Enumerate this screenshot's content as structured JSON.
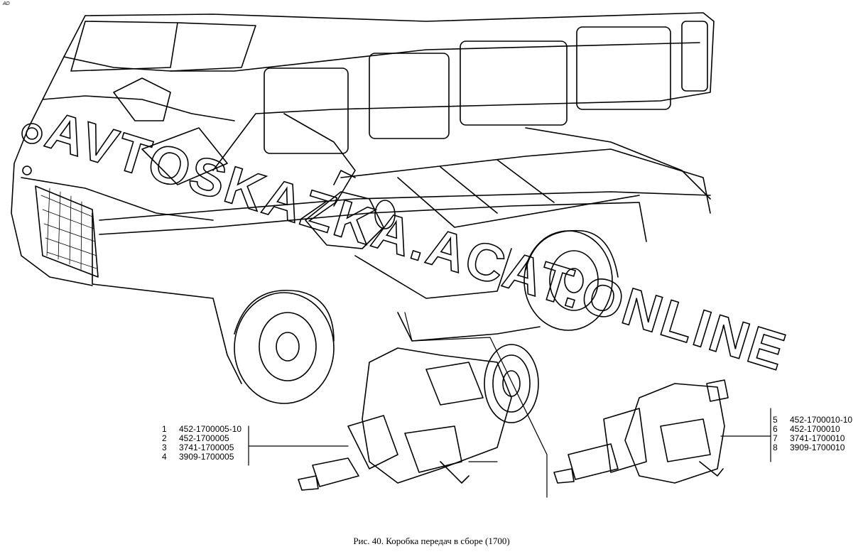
{
  "corner_mark": "AD",
  "watermark": "AVTOSKAZKA.ACAT.ONLINE",
  "caption": "Рис. 40. Коробка передач в сборе (1700)",
  "left_labels": [
    {
      "num": "1",
      "code": "452-1700005-10"
    },
    {
      "num": "2",
      "code": "452-1700005"
    },
    {
      "num": "3",
      "code": "3741-1700005"
    },
    {
      "num": "4",
      "code": "3909-1700005"
    }
  ],
  "right_labels": [
    {
      "num": "5",
      "code": "452-1700010-10"
    },
    {
      "num": "6",
      "code": "452-1700010"
    },
    {
      "num": "7",
      "code": "3741-1700010"
    },
    {
      "num": "8",
      "code": "3909-1700010"
    }
  ]
}
